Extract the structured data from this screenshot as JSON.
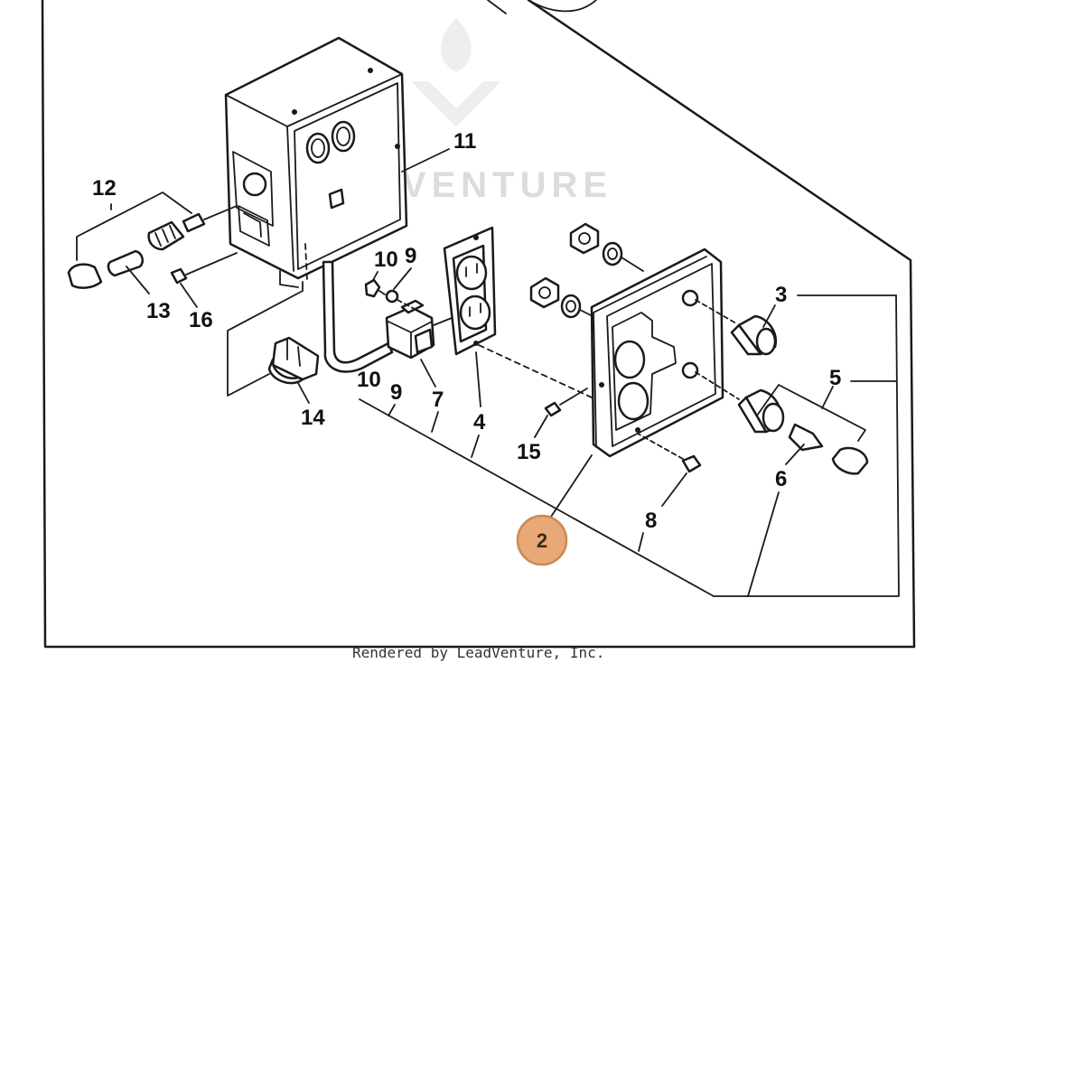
{
  "diagram": {
    "labels": {
      "p2": "2",
      "p3": "3",
      "p4": "4",
      "p5": "5",
      "p6": "6",
      "p7": "7",
      "p8": "8",
      "p9a": "9",
      "p9b": "9",
      "p10a": "10",
      "p10b": "10",
      "p11": "11",
      "p12": "12",
      "p13": "13",
      "p14": "14",
      "p15": "15",
      "p16": "16"
    },
    "highlight": {
      "label": "2",
      "fill": "#E8A878",
      "stroke": "#C98A52"
    },
    "watermark": "LEADVENTURE",
    "credit": "Rendered by LeadVenture, Inc."
  }
}
